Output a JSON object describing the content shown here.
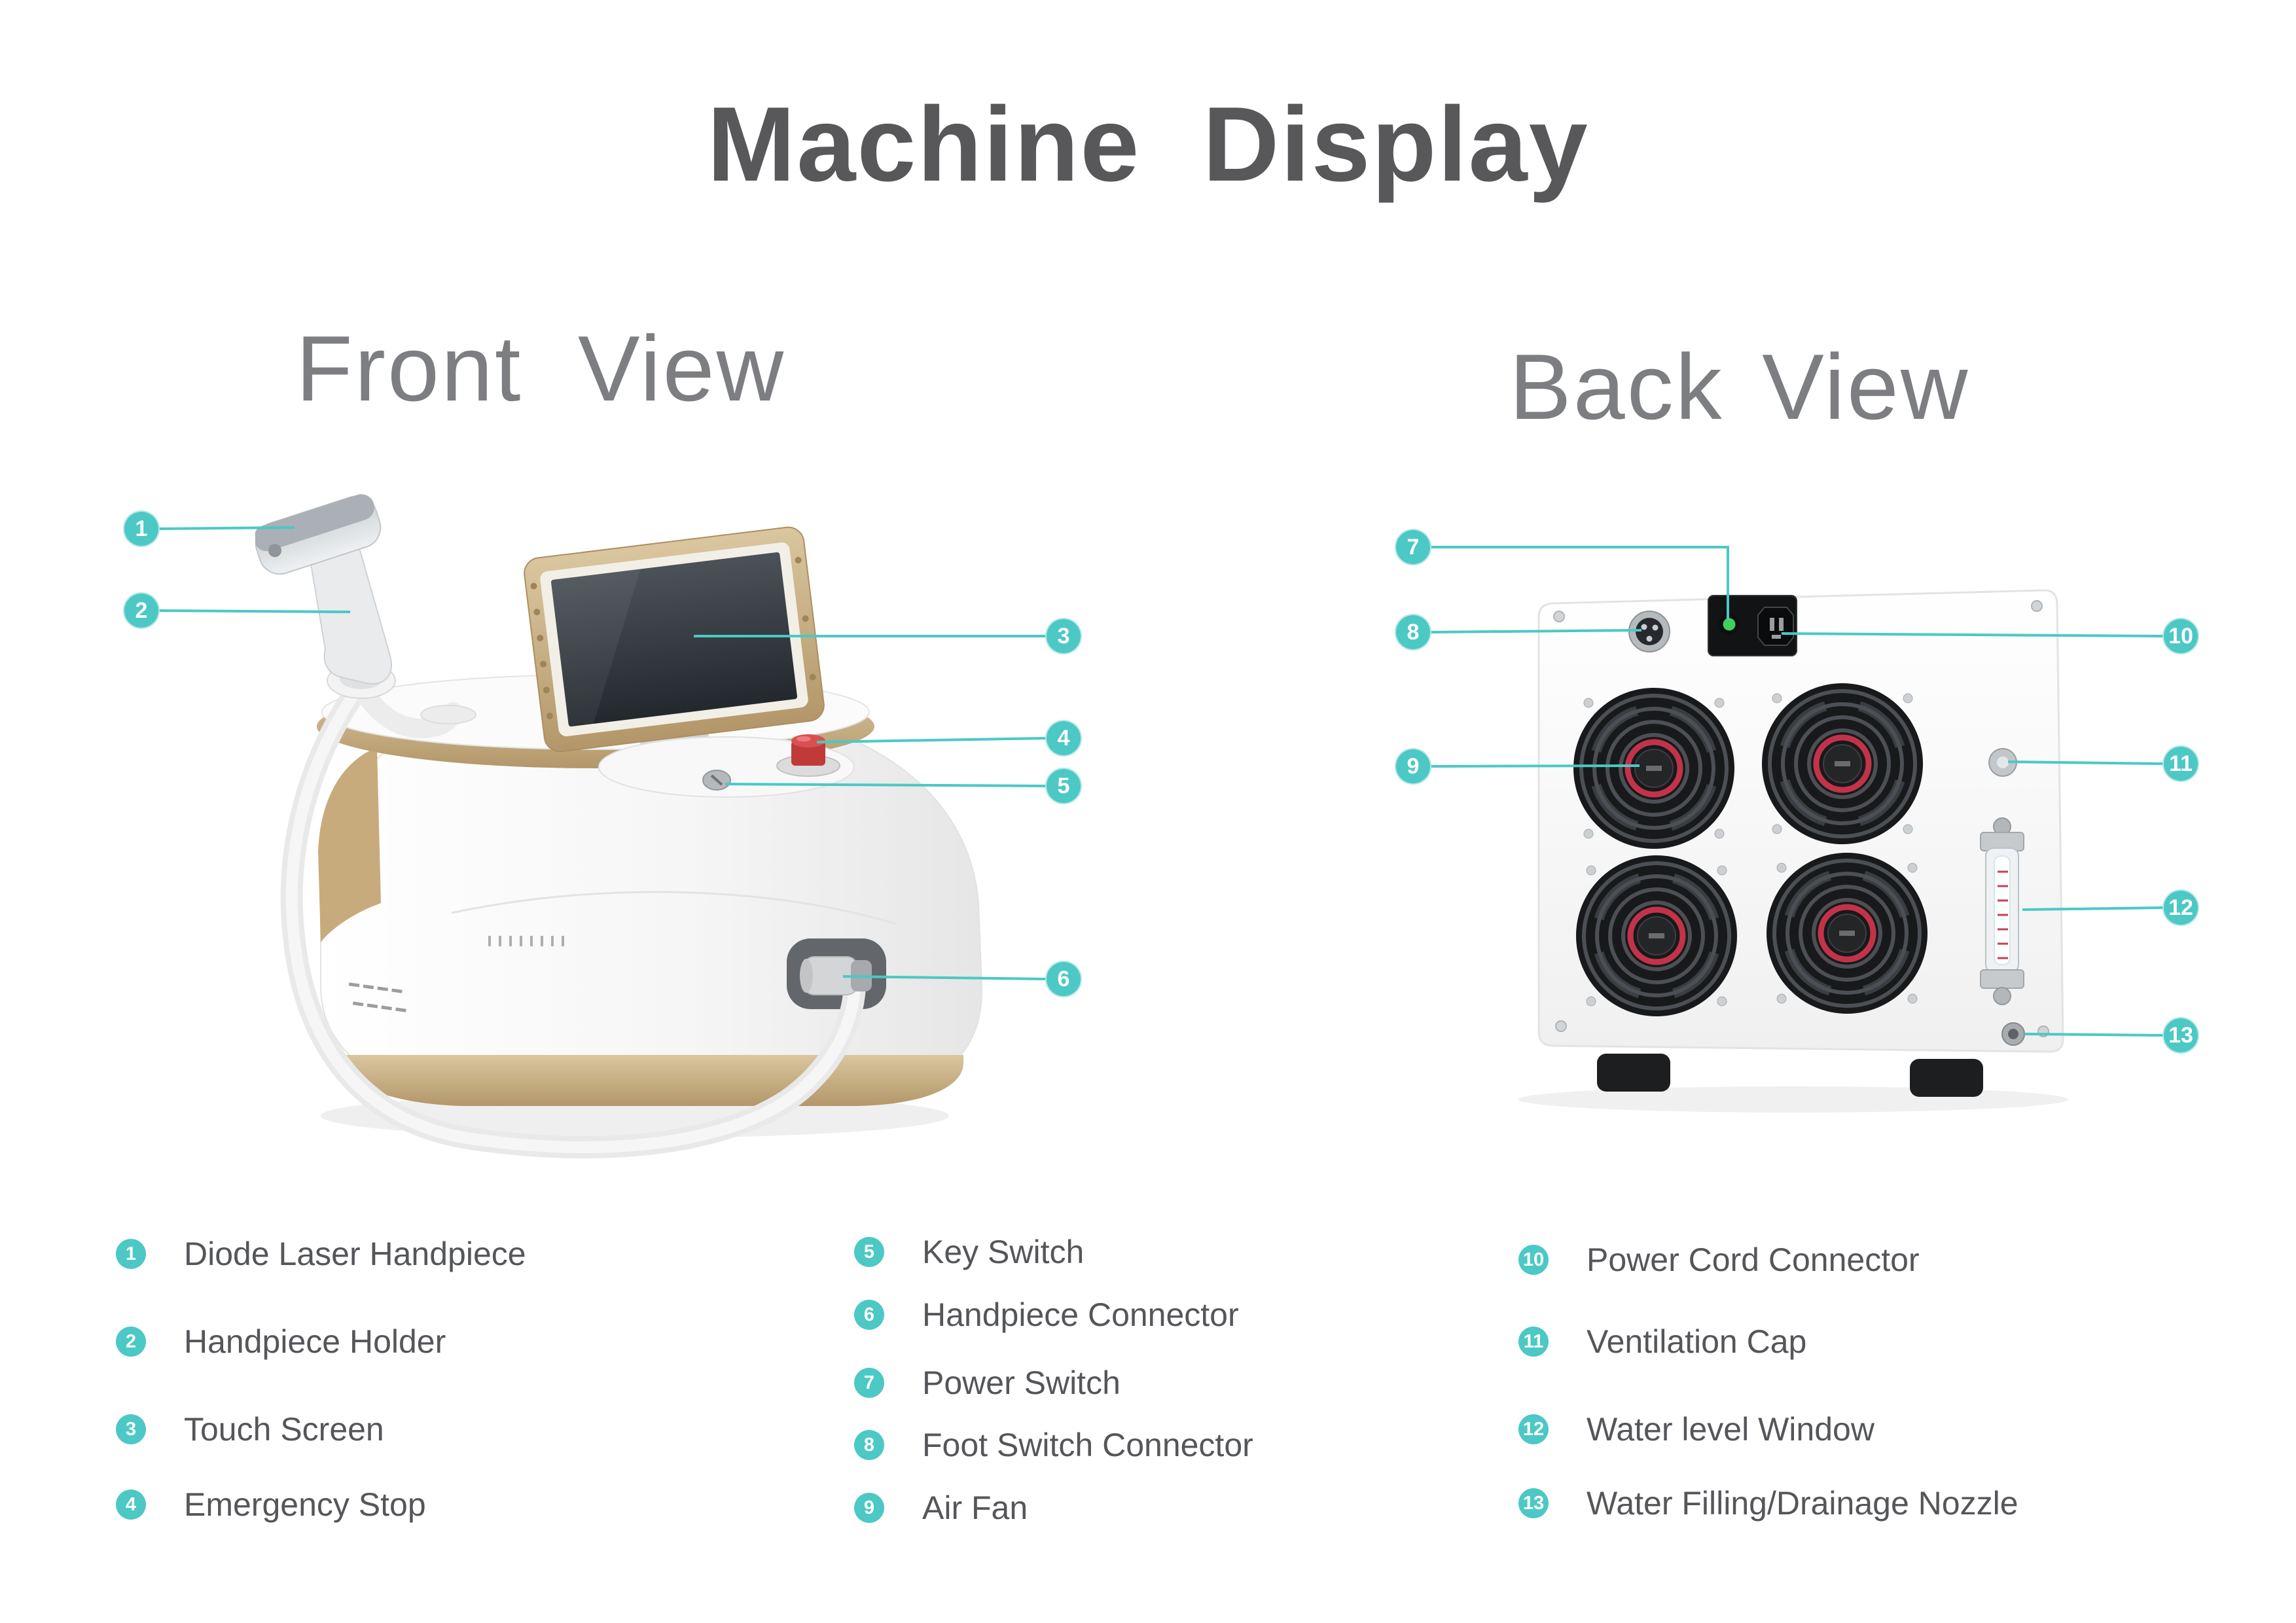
{
  "title": "Machine Display",
  "sections": {
    "front": "Front View",
    "back": "Back View"
  },
  "callout_numbers": [
    "1",
    "2",
    "3",
    "4",
    "5",
    "6",
    "7",
    "8",
    "9",
    "10",
    "11",
    "12",
    "13"
  ],
  "legend": {
    "columns": [
      {
        "items": [
          {
            "num": "1",
            "label": "Diode Laser Handpiece"
          },
          {
            "num": "2",
            "label": "Handpiece Holder"
          },
          {
            "num": "3",
            "label": "Touch Screen"
          },
          {
            "num": "4",
            "label": "Emergency Stop"
          }
        ]
      },
      {
        "items": [
          {
            "num": "5",
            "label": "Key Switch"
          },
          {
            "num": "6",
            "label": "Handpiece Connector"
          },
          {
            "num": "7",
            "label": "Power Switch"
          },
          {
            "num": "8",
            "label": "Foot Switch Connector"
          },
          {
            "num": "9",
            "label": "Air Fan"
          }
        ]
      },
      {
        "items": [
          {
            "num": "10",
            "label": "Power Cord Connector"
          },
          {
            "num": "11",
            "label": "Ventilation Cap"
          },
          {
            "num": "12",
            "label": "Water level Window"
          },
          {
            "num": "13",
            "label": "Water Filling/Drainage Nozzle"
          }
        ]
      }
    ]
  },
  "colors": {
    "accent": "#4cc8c5",
    "gold": "#c9ae80",
    "emergency_red": "#c13a3a",
    "fan_ring_red": "#c2334a",
    "title_text": "#58585a",
    "heading_text": "#7d7e81",
    "body_text": "#55565a"
  }
}
